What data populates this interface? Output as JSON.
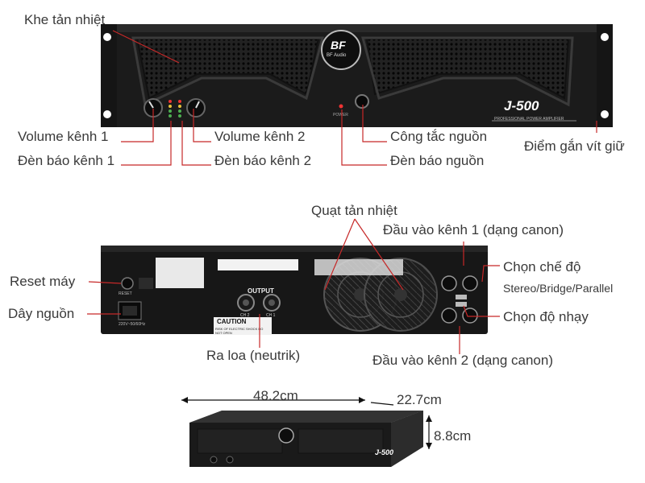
{
  "front": {
    "brand_logo": "BF",
    "brand_sub": "BF Audio",
    "model": "J-500",
    "model_sub": "PROFESSIONAL POWER AMPLIFIER",
    "power_text": "POWER",
    "labels": {
      "heat_vent": "Khe tản nhiệt",
      "volume_ch1": "Volume kênh 1",
      "led_ch1": "Đèn báo kênh 1",
      "volume_ch2": "Volume kênh 2",
      "led_ch2": "Đèn báo kênh 2",
      "power_switch": "Công tắc nguồn",
      "power_led": "Đèn báo nguồn",
      "mount_point": "Điểm gắn vít giữ"
    }
  },
  "rear": {
    "output_text": "OUTPUT",
    "caution_text": "CAUTION",
    "caution_sub": "RISK OF ELECTRIC SHOCK DO NOT OPEN",
    "reset_text": "RESET",
    "voltage_text": "220V~50/60Hz",
    "ch2_text": "CH 2",
    "ch1_text": "CH 1",
    "labels": {
      "fan": "Quạt tản nhiệt",
      "input_ch1": "Đầu vào kênh 1 (dạng canon)",
      "reset": "Reset máy",
      "mode": "Chọn chế độ",
      "mode_sub": "Stereo/Bridge/Parallel",
      "power_cord": "Dây nguồn",
      "sensitivity": "Chọn độ nhạy",
      "speaker_out": "Ra loa (neutrik)",
      "input_ch2": "Đầu vào kênh 2 (dạng canon)"
    }
  },
  "dimensions": {
    "width": "48.2cm",
    "depth": "22.7cm",
    "height": "8.8cm"
  },
  "colors": {
    "chassis": "#1b1b1b",
    "leader_line": "#c62828",
    "label_text": "#3a3a3a"
  }
}
